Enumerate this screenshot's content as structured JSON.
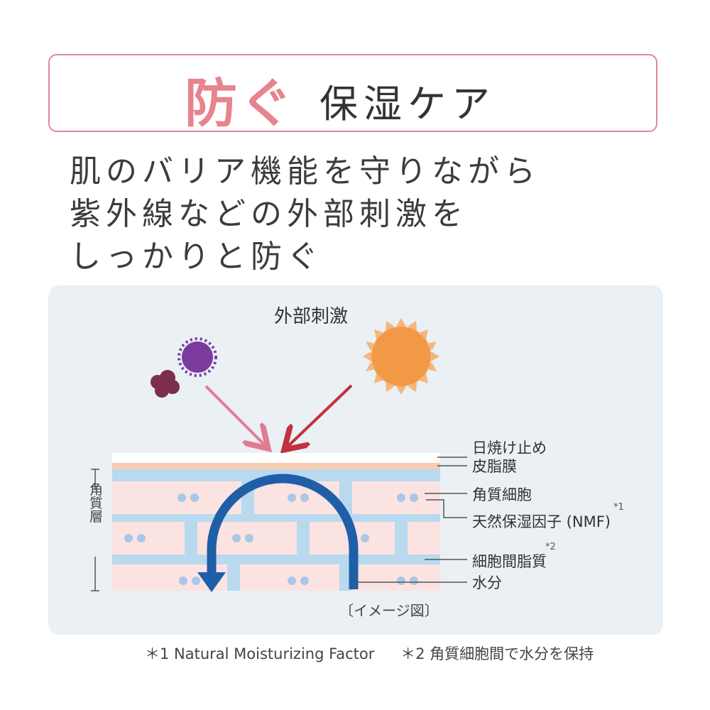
{
  "title": {
    "highlight": "防ぐ",
    "rest": "保湿ケア"
  },
  "lead_lines": [
    "肌のバリア機能を守りながら",
    "紫外線などの外部刺激を",
    "しっかりと防ぐ"
  ],
  "diagram": {
    "stimulus_label": "外部刺激",
    "layer_side_label": "角質層",
    "labels": [
      "日焼け止め",
      "皮脂膜",
      "角質細胞",
      "天然保湿因子 (NMF)",
      "細胞間脂質",
      "水分"
    ],
    "notes": [
      "*1",
      "*2"
    ],
    "image_caption": "〔イメージ図〕"
  },
  "footnotes": [
    "＊1 Natural Moisturizing Factor",
    "＊2 角質細胞間で水分を保持"
  ],
  "colors": {
    "accent_pink": "#e7848d",
    "sun_orange": "#f19945",
    "arrow_red": "#c2313f",
    "arrow_pink": "#e07a93",
    "water_blue": "#1f5fa8",
    "lipid_blue": "#b9d9ef"
  }
}
